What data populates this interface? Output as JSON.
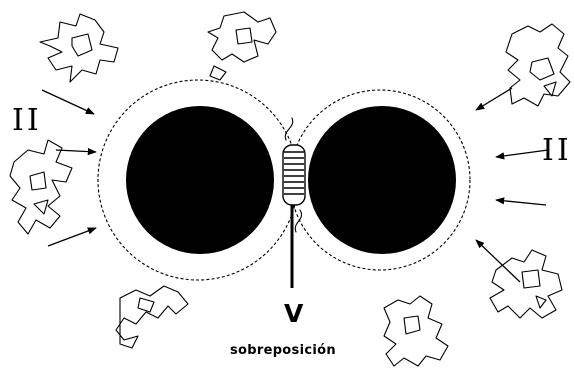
{
  "labels": {
    "left_region": "II",
    "right_region": "II",
    "overlap_marker": "V",
    "overlap_caption": "sobreposición"
  },
  "colors": {
    "particle": "#000000",
    "background": "#ffffff",
    "line": "#000000"
  }
}
